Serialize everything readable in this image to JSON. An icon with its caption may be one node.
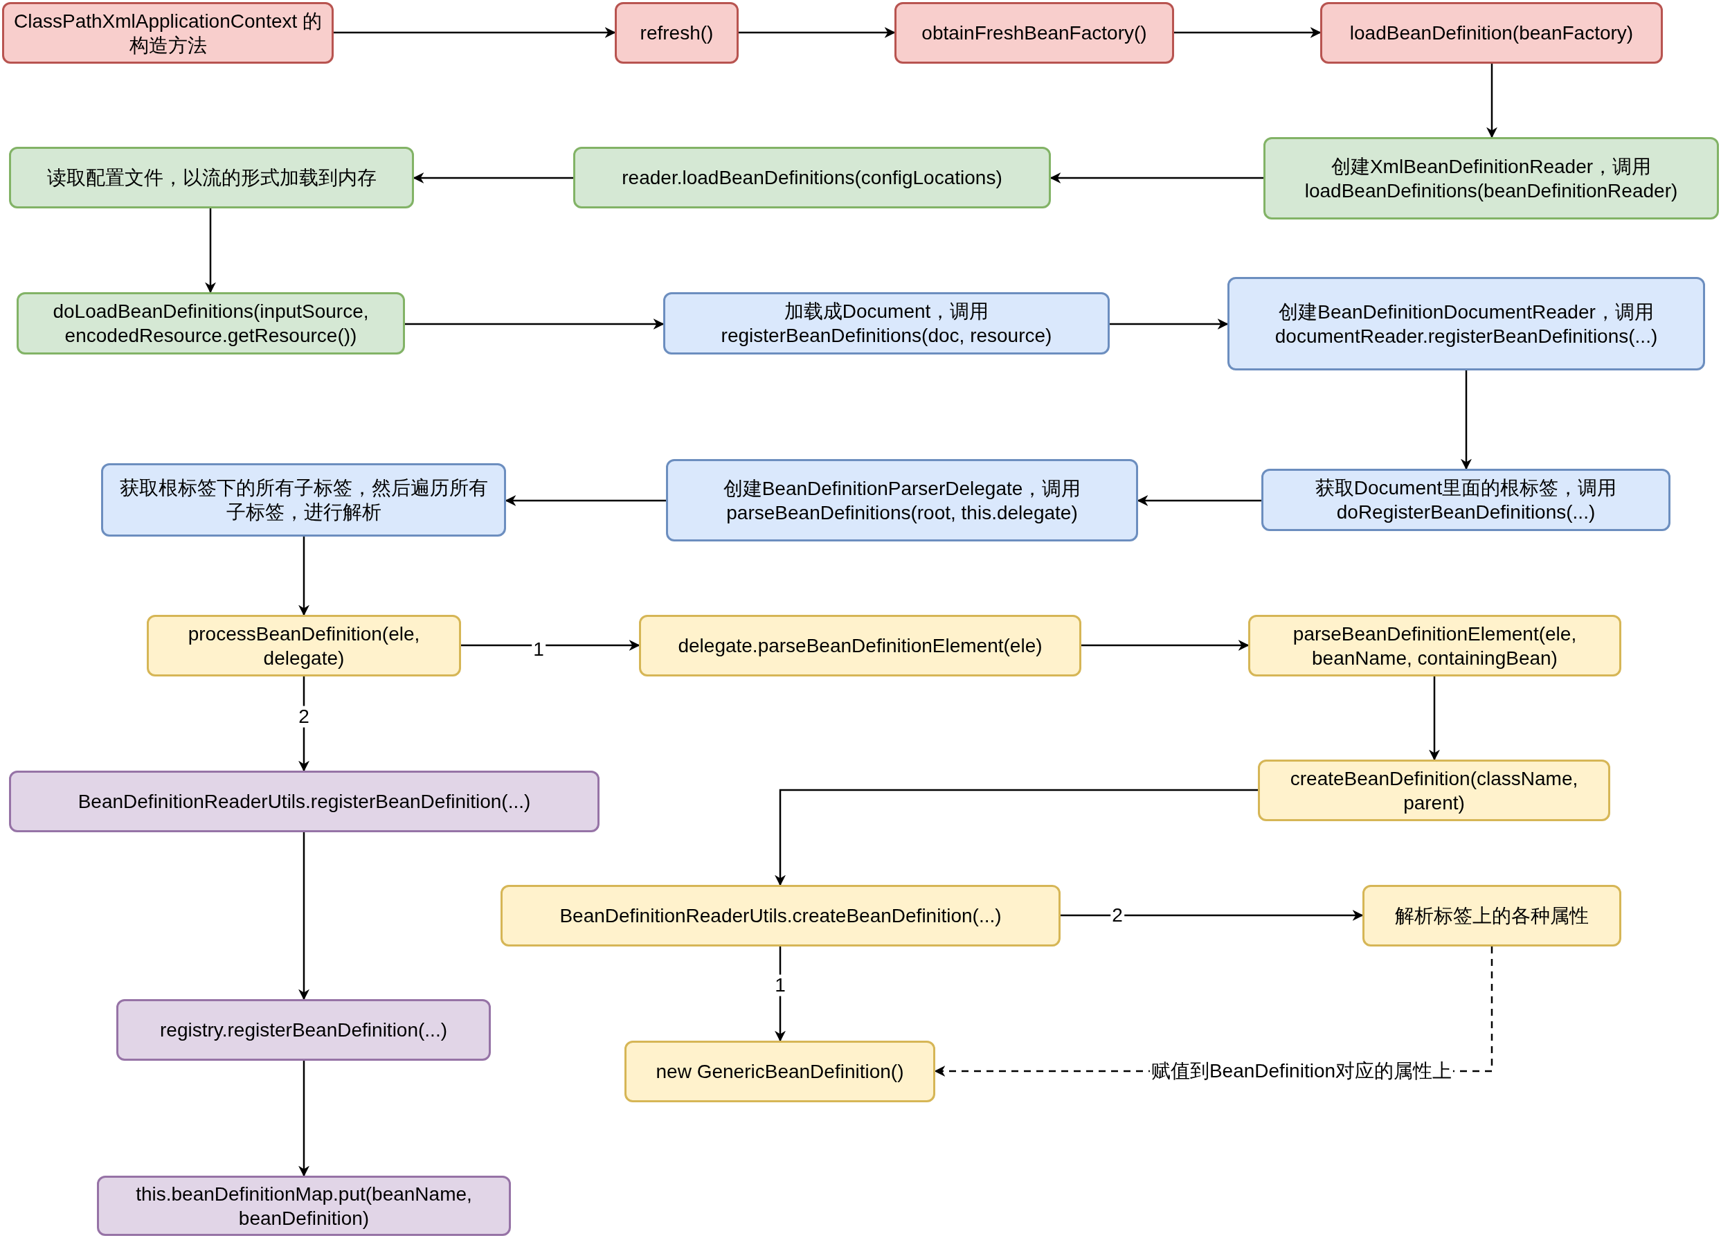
{
  "diagram": {
    "nodes": [
      {
        "text": [
          "ClassPathXmlApplicationContext 的构造方法"
        ]
      },
      {
        "text": [
          "refresh()"
        ]
      },
      {
        "text": [
          "obtainFreshBeanFactory()"
        ]
      },
      {
        "text": [
          "loadBeanDefinition(beanFactory)"
        ]
      },
      {
        "text": [
          "创建XmlBeanDefinitionReader，调用 loadBeanDefinitions(beanDefinitionReader)"
        ]
      },
      {
        "text": [
          "reader.loadBeanDefinitions(configLocations)"
        ]
      },
      {
        "text": [
          "读取配置文件，以流的形式加载到内存"
        ]
      },
      {
        "text": [
          "doLoadBeanDefinitions(inputSource, encodedResource.getResource())"
        ]
      },
      {
        "text": [
          "加载成Document，调用 registerBeanDefinitions(doc, resource)"
        ]
      },
      {
        "text": [
          "创建BeanDefinitionDocumentReader，调用 documentReader.registerBeanDefinitions(...)"
        ]
      },
      {
        "text": [
          "获取Document里面的根标签，调用 doRegisterBeanDefinitions(...)"
        ]
      },
      {
        "text": [
          "创建BeanDefinitionParserDelegate，调用 parseBeanDefinitions(root, this.delegate)"
        ]
      },
      {
        "text": [
          "获取根标签下的所有子标签，然后遍历所有子标签，进行解析"
        ]
      },
      {
        "text": [
          "processBeanDefinition(ele, delegate)"
        ]
      },
      {
        "text": [
          "delegate.parseBeanDefinitionElement(ele)"
        ]
      },
      {
        "text": [
          "parseBeanDefinitionElement(ele, beanName, containingBean)"
        ]
      },
      {
        "text": [
          "BeanDefinitionReaderUtils.registerBeanDefinition(...)"
        ]
      },
      {
        "text": [
          "createBeanDefinition(className, parent)"
        ]
      },
      {
        "text": [
          "BeanDefinitionReaderUtils.createBeanDefinition(...)"
        ]
      },
      {
        "text": [
          "解析标签上的各种属性"
        ]
      },
      {
        "text": [
          "registry.registerBeanDefinition(...)"
        ]
      },
      {
        "text": [
          "new GenericBeanDefinition()"
        ]
      },
      {
        "text": [
          "this.beanDefinitionMap.put(beanName, beanDefinition)"
        ]
      }
    ],
    "edges": [
      {
        "from": 0,
        "to": 1,
        "arrow": "to"
      },
      {
        "from": 1,
        "to": 2,
        "arrow": "to"
      },
      {
        "from": 2,
        "to": 3,
        "arrow": "to"
      },
      {
        "from": 3,
        "to": 4,
        "arrow": "to"
      },
      {
        "from": 4,
        "to": 5,
        "arrow": "to"
      },
      {
        "from": 5,
        "to": 6,
        "arrow": "to"
      },
      {
        "from": 6,
        "to": 7,
        "arrow": "to"
      },
      {
        "from": 7,
        "to": 8,
        "arrow": "to"
      },
      {
        "from": 8,
        "to": 9,
        "arrow": "to"
      },
      {
        "from": 9,
        "to": 10,
        "arrow": "to"
      },
      {
        "from": 10,
        "to": 11,
        "arrow": "to"
      },
      {
        "from": 11,
        "to": 12,
        "arrow": "to"
      },
      {
        "from": 12,
        "to": 13,
        "arrow": "to"
      },
      {
        "from": 13,
        "to": 14,
        "arrow": "to",
        "label": "1"
      },
      {
        "from": 14,
        "to": 15,
        "arrow": "to"
      },
      {
        "from": 15,
        "to": 17,
        "arrow": "to"
      },
      {
        "from": 13,
        "to": 16,
        "arrow": "to",
        "label": "2"
      },
      {
        "from": 16,
        "to": 20,
        "arrow": "to"
      },
      {
        "from": 20,
        "to": 22,
        "arrow": "to"
      },
      {
        "from": 17,
        "to": 18,
        "arrow": "to"
      },
      {
        "from": 18,
        "to": 19,
        "arrow": "to",
        "label": "2"
      },
      {
        "from": 18,
        "to": 21,
        "arrow": "to",
        "label": "1"
      },
      {
        "from": 19,
        "to": 21,
        "arrow": "to",
        "style": "dashed",
        "label": "赋值到BeanDefinition对应的属性上"
      }
    ]
  }
}
